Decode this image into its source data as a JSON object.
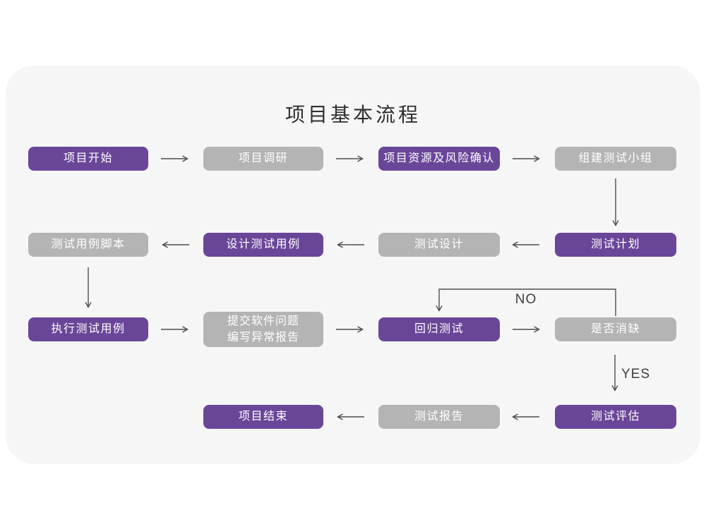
{
  "title": "项目基本流程",
  "labels": {
    "no": "NO",
    "yes": "YES"
  },
  "colors": {
    "node_purple": "#6a4699",
    "node_gray": "#b4b4b4",
    "card_background": "#f6f6f7",
    "arrow": "#4d4d4d",
    "node_text": "#ffffff"
  },
  "nodes": [
    {
      "id": "project-start",
      "label": "项目开始",
      "variant": "purple"
    },
    {
      "id": "project-research",
      "label": "项目调研",
      "variant": "gray"
    },
    {
      "id": "resource-risk-confirm",
      "label": "项目资源及风险确认",
      "variant": "purple"
    },
    {
      "id": "build-test-team",
      "label": "组建测试小组",
      "variant": "gray"
    },
    {
      "id": "test-plan",
      "label": "测试计划",
      "variant": "purple"
    },
    {
      "id": "test-design",
      "label": "测试设计",
      "variant": "gray"
    },
    {
      "id": "design-test-cases",
      "label": "设计测试用例",
      "variant": "purple"
    },
    {
      "id": "test-case-scripts",
      "label": "测试用例脚本",
      "variant": "gray"
    },
    {
      "id": "execute-test-cases",
      "label": "执行测试用例",
      "variant": "purple"
    },
    {
      "id": "submit-issue-report",
      "lines": [
        "提交软件问题",
        "编写异常报告"
      ],
      "variant": "gray"
    },
    {
      "id": "regression-test",
      "label": "回归测试",
      "variant": "purple"
    },
    {
      "id": "defect-resolved",
      "label": "是否消缺",
      "variant": "gray"
    },
    {
      "id": "test-evaluation",
      "label": "测试评估",
      "variant": "purple"
    },
    {
      "id": "test-report",
      "label": "测试报告",
      "variant": "gray"
    },
    {
      "id": "project-end",
      "label": "项目结束",
      "variant": "purple"
    }
  ]
}
